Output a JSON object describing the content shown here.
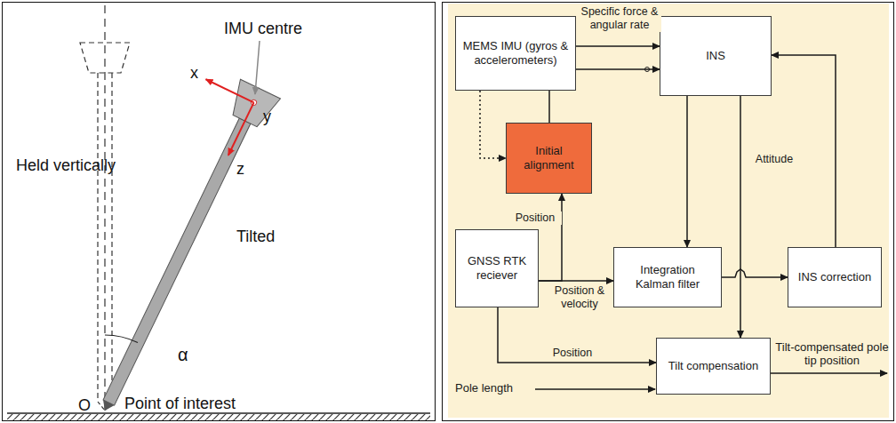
{
  "diagram": {
    "nodes": [
      {
        "text": [
          "MEMS IMU (gyros & accelerometers)"
        ]
      },
      {
        "text": [
          "INS"
        ]
      },
      {
        "text": [
          "Initial alignment"
        ]
      },
      {
        "text": [
          "GNSS RTK reciever"
        ]
      },
      {
        "text": [
          "Integration Kalman filter"
        ]
      },
      {
        "text": [
          "INS correction"
        ]
      },
      {
        "text": [
          "Tilt compensation"
        ]
      }
    ],
    "edges": [
      {
        "from": 0,
        "to": 1,
        "label": "Specific force & angular rate",
        "arrow": "to"
      },
      {
        "from": 0,
        "to": 2,
        "arrow": "to"
      },
      {
        "from": 2,
        "to": 1,
        "arrow": "to"
      },
      {
        "from": 3,
        "to": 2,
        "label": "Position",
        "arrow": "to"
      },
      {
        "from": 3,
        "to": 4,
        "label": "Position & velocity",
        "arrow": "to"
      },
      {
        "from": 3,
        "to": 6,
        "label": "Position",
        "arrow": "to"
      },
      {
        "from": 1,
        "to": 4,
        "arrow": "to"
      },
      {
        "from": 1,
        "to": 6,
        "label": "Attitude",
        "arrow": "to"
      },
      {
        "from": 4,
        "to": 5,
        "arrow": "to"
      },
      {
        "from": 5,
        "to": 1,
        "arrow": "to"
      }
    ],
    "labels": [
      "IMU centre",
      "x",
      "y",
      "z",
      "Held vertically",
      "Tilted",
      "α",
      "O",
      "Point of interest",
      "Pole length",
      "Tilt-compensated pole tip position"
    ]
  }
}
